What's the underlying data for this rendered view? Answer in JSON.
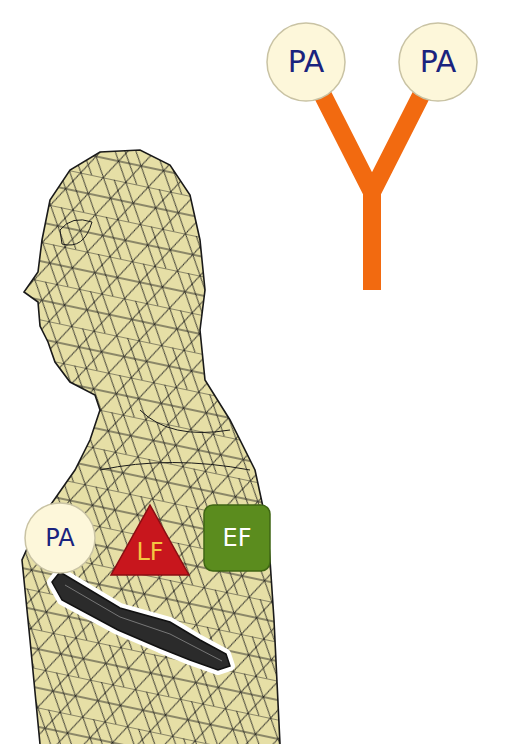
{
  "diagram": {
    "nodes": [
      {
        "text": [
          "PA"
        ]
      },
      {
        "text": [
          "PA"
        ]
      },
      {
        "text": [
          "PA"
        ]
      },
      {
        "text": [
          "LF"
        ]
      },
      {
        "text": [
          "EF"
        ]
      }
    ],
    "edges": [
      {
        "from": 0,
        "to": 1,
        "arrow": "none"
      }
    ]
  }
}
